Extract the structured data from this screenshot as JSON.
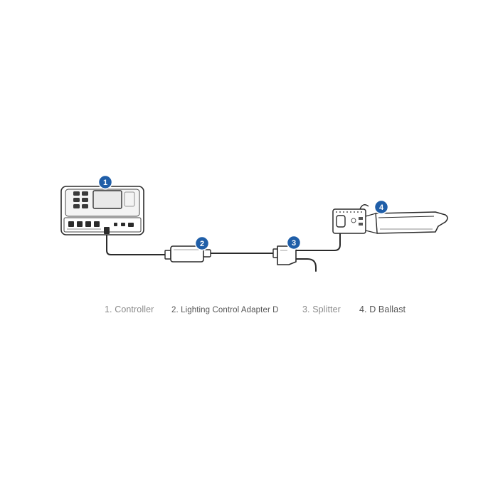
{
  "badges": [
    {
      "number": "1"
    },
    {
      "number": "2"
    },
    {
      "number": "3"
    },
    {
      "number": "4"
    }
  ],
  "captions": [
    {
      "text": "1. Controller"
    },
    {
      "text": "2. Lighting Control Adapter D"
    },
    {
      "text": "3. Splitter"
    },
    {
      "text": "4.  D Ballast"
    }
  ],
  "colors": {
    "badge": "#1f5ea8",
    "line": "#2b2b2b",
    "caption": "#8a8a8a"
  }
}
